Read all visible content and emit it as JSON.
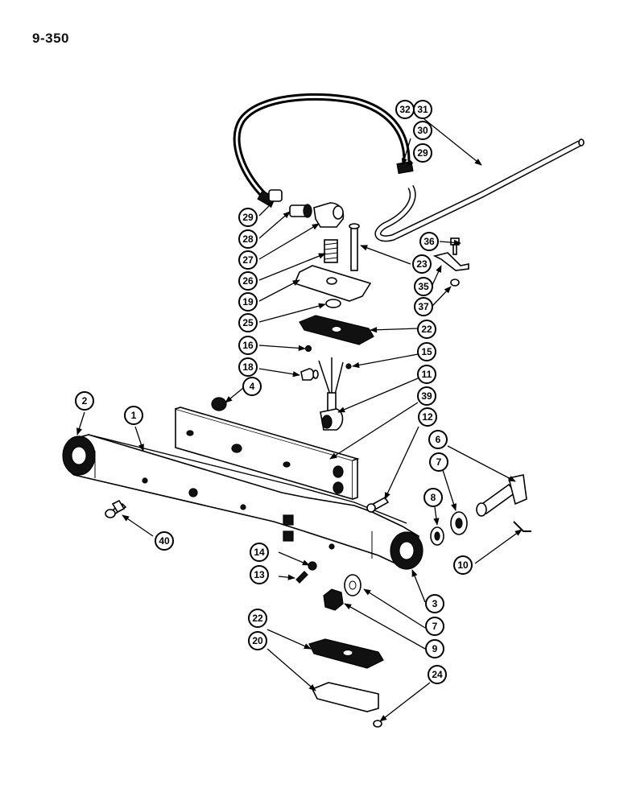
{
  "page_number": "9-350",
  "callouts": [
    "1",
    "2",
    "3",
    "4",
    "6",
    "7",
    "7",
    "8",
    "9",
    "10",
    "11",
    "12",
    "13",
    "14",
    "15",
    "16",
    "18",
    "19",
    "20",
    "22",
    "22",
    "23",
    "24",
    "25",
    "26",
    "27",
    "28",
    "29",
    "29",
    "30",
    "31",
    "32",
    "35",
    "36",
    "37",
    "39",
    "40"
  ]
}
